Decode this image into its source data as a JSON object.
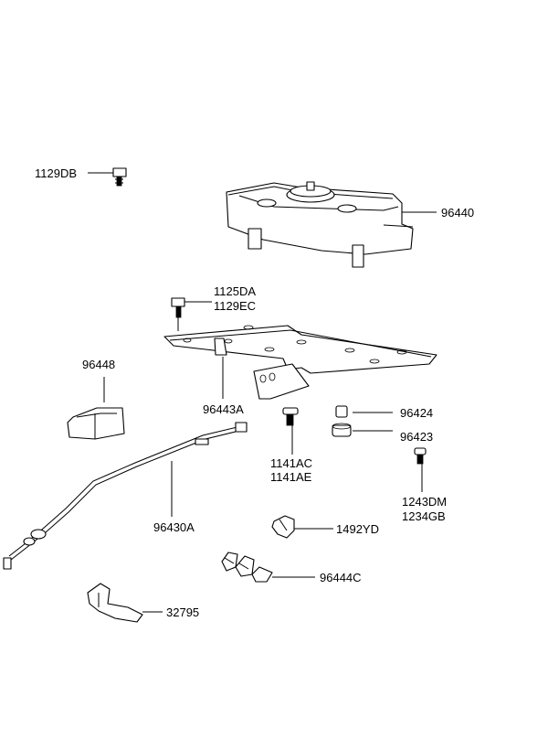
{
  "parts": {
    "p1129DB": "1129DB",
    "p96440": "96440",
    "p1125DA": "1125DA",
    "p1129EC": "1129EC",
    "p96448": "96448",
    "p96443A": "96443A",
    "p96424": "96424",
    "p96423": "96423",
    "p1141AC": "1141AC",
    "p1141AE": "1141AE",
    "p1243DM": "1243DM",
    "p1234GB": "1234GB",
    "p96430A": "96430A",
    "p1492YD": "1492YD",
    "p96444C": "96444C",
    "p32795": "32795"
  }
}
